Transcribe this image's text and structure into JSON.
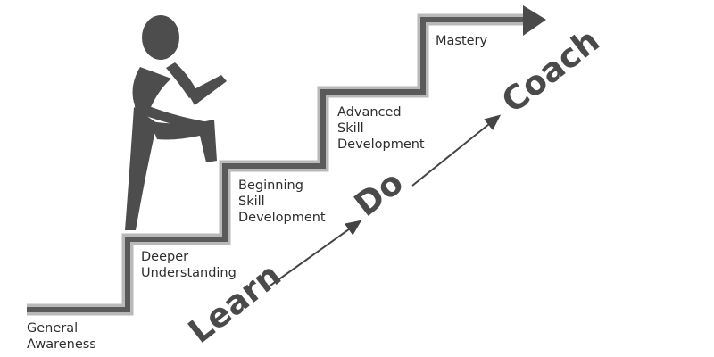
{
  "steps": [
    {
      "label_lines": [
        "General",
        "Awareness"
      ]
    },
    {
      "label_lines": [
        "Deeper",
        "Understanding"
      ]
    },
    {
      "label_lines": [
        "Beginning",
        "Skill",
        "Development"
      ]
    },
    {
      "label_lines": [
        "Advanced",
        "Skill",
        "Development"
      ]
    },
    {
      "label_lines": [
        "Mastery"
      ]
    }
  ],
  "phases": [
    {
      "word": "Learn"
    },
    {
      "word": "Do"
    },
    {
      "word": "Coach"
    }
  ],
  "colors": {
    "stair_outer": "#b9b9b9",
    "stair_inner": "#5a5a5a",
    "figure": "#4d4d4d",
    "phase_text": "#4a4a4a",
    "arrow": "#444444",
    "label_text": "#2e2e2e"
  },
  "icons": {
    "figure": "climbing-person-icon",
    "arrow_head": "arrow-right-icon"
  }
}
